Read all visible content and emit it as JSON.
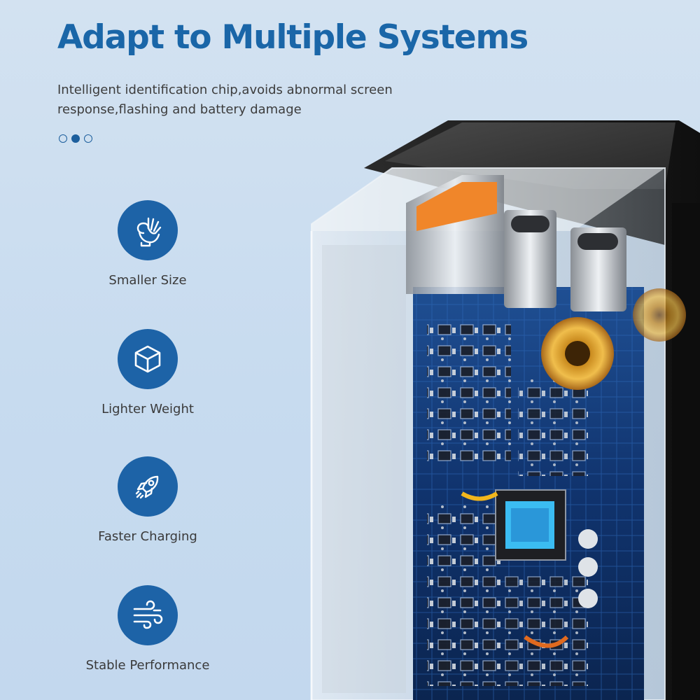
{
  "headline": "Adapt to Multiple Systems",
  "description": "Intelligent identification chip,avoids abnormal screen response,flashing and battery damage",
  "pagination": {
    "total": 3,
    "active_index": 1
  },
  "features": [
    {
      "label": "Smaller Size",
      "icon": "ok-hand-icon"
    },
    {
      "label": "Lighter Weight",
      "icon": "cube-icon"
    },
    {
      "label": "Faster Charging",
      "icon": "rocket-icon"
    },
    {
      "label": "Stable Performance",
      "icon": "wind-icon"
    }
  ],
  "colors": {
    "background": "#cfdff0",
    "accent": "#1d63a7",
    "headline": "#1a66a8",
    "text": "#3a3a3a",
    "usb_a_port": "#f0862a"
  }
}
